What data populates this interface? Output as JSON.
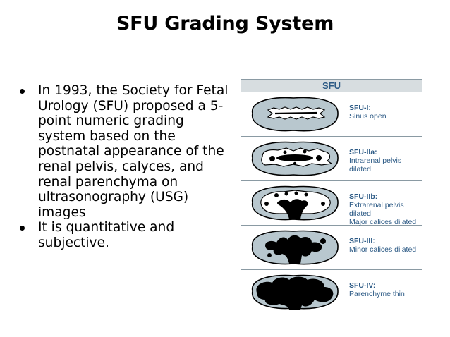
{
  "slide": {
    "title": "SFU Grading System",
    "bullets": [
      "In 1993, the Society for Fetal Urology (SFU) proposed a 5-point numeric grading system based on the postnatal appearance of the renal pelvis, calyces, and renal parenchyma on ultrasonography (USG) images",
      "It is quantitative and subjective."
    ]
  },
  "figure": {
    "header": "SFU",
    "kidney_fill": "#b8c7ce",
    "dark_fill": "#000000",
    "text_color": "#2c5a85",
    "grades": [
      {
        "name": "SFU-I:",
        "desc": [
          "Sinus open"
        ]
      },
      {
        "name": "SFU-IIa:",
        "desc": [
          "Intrarenal pelvis dilated"
        ]
      },
      {
        "name": "SFU-IIb:",
        "desc": [
          "Extrarenal pelvis dilated",
          "Major calices dilated"
        ]
      },
      {
        "name": "SFU-III:",
        "desc": [
          "Minor calices dilated"
        ]
      },
      {
        "name": "SFU-IV:",
        "desc": [
          "Parenchyme thin"
        ]
      }
    ]
  }
}
